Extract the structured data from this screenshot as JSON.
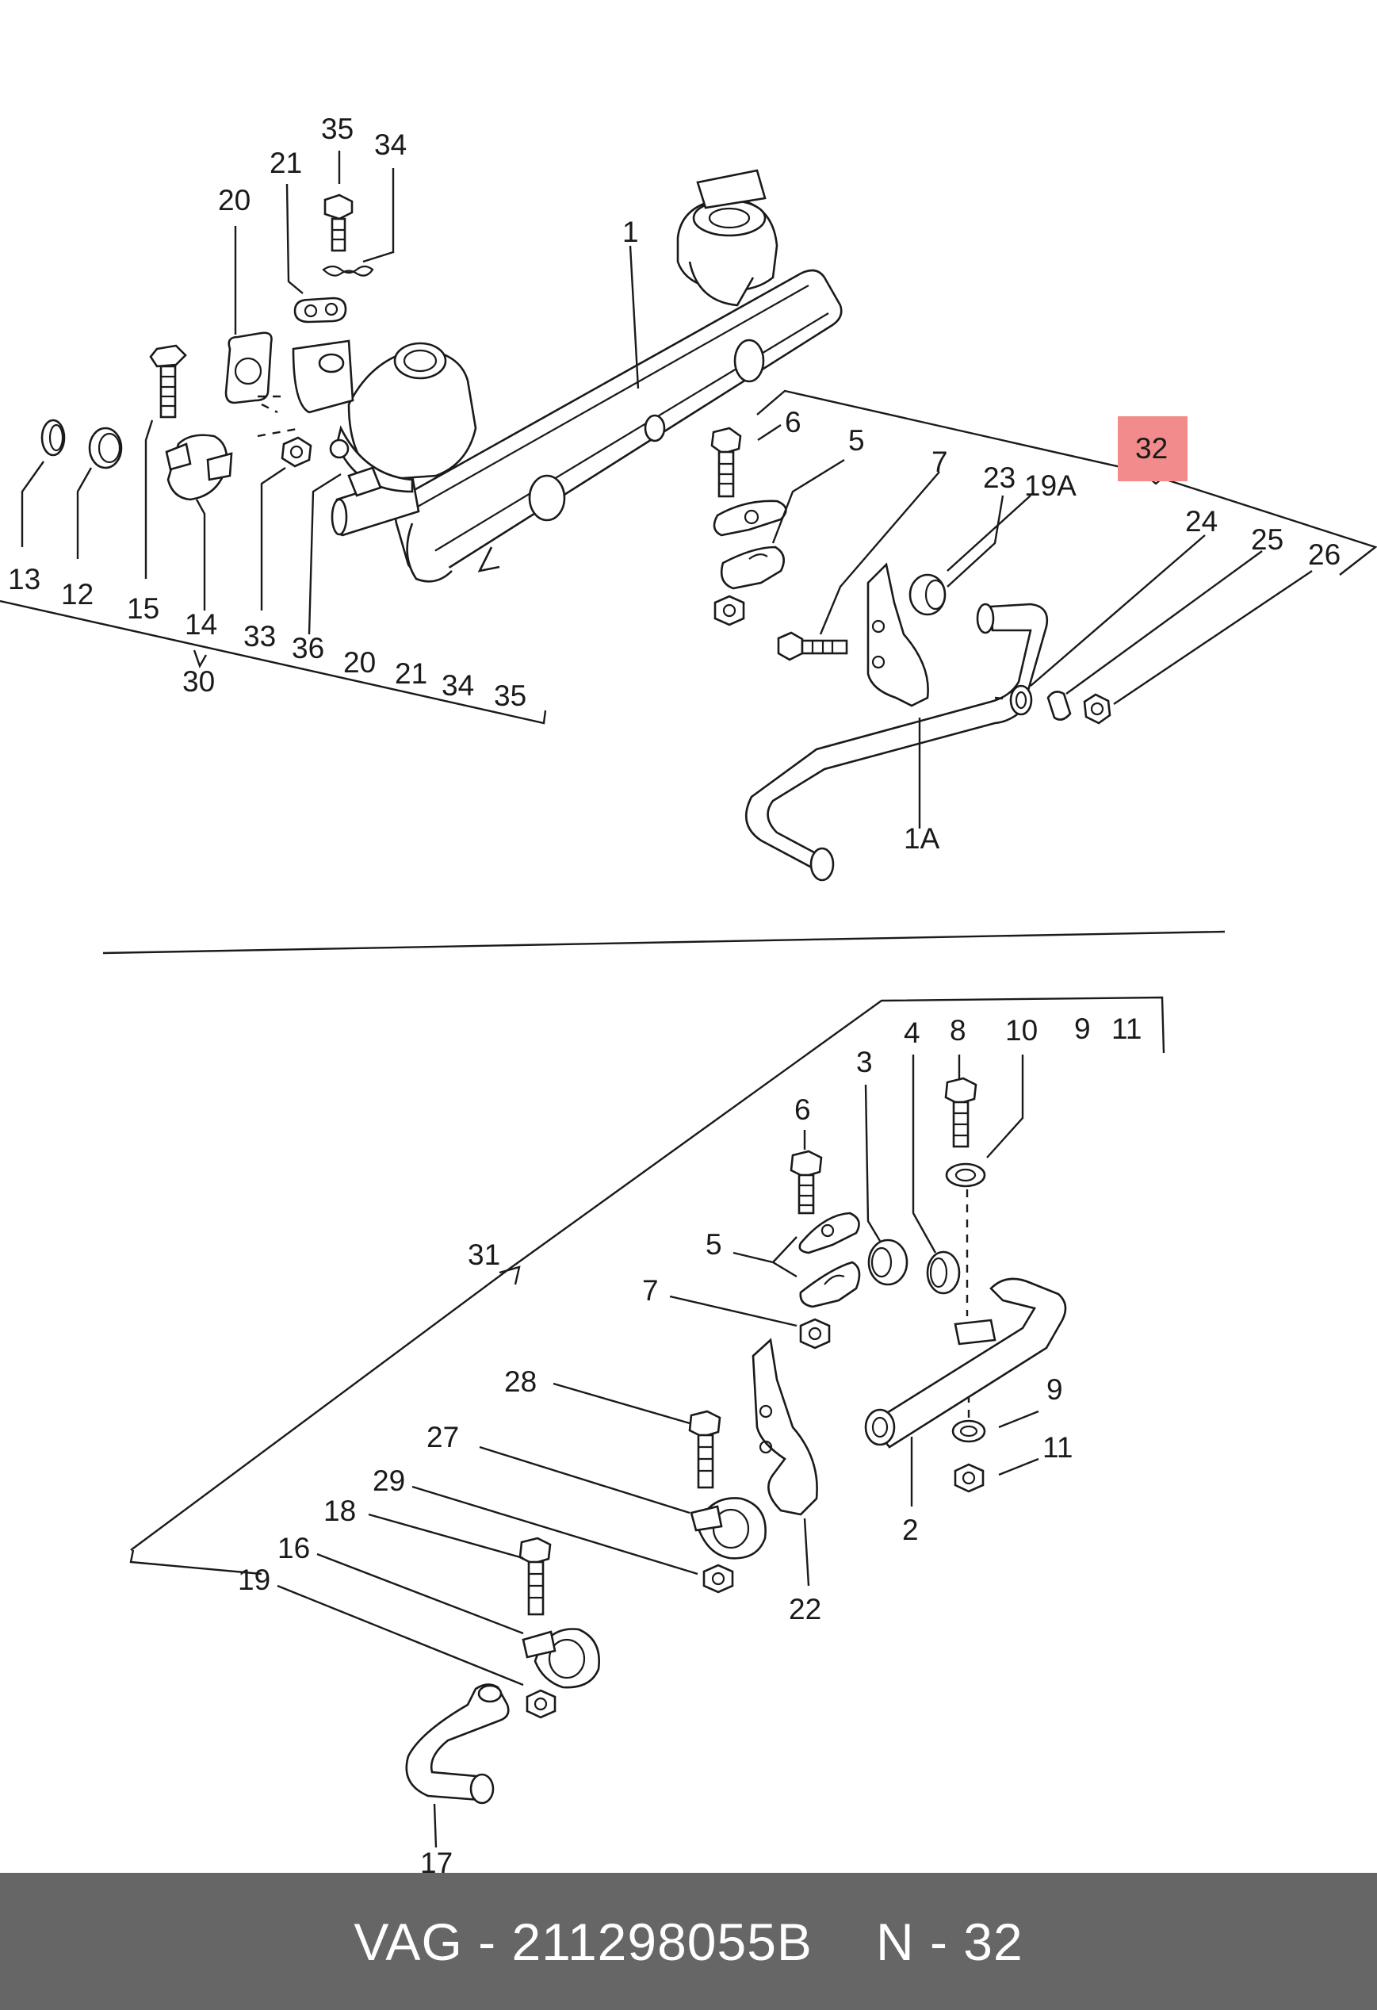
{
  "diagram": {
    "callouts_top": [
      "35",
      "34",
      "21",
      "20",
      "1",
      "6",
      "5",
      "7",
      "23",
      "19A",
      "24",
      "25",
      "26",
      "13",
      "12",
      "15",
      "14",
      "33",
      "36",
      "20",
      "21",
      "34",
      "35",
      "30",
      "1A"
    ],
    "highlight": "32",
    "callouts_bottom": [
      "4",
      "8",
      "10",
      "9",
      "11",
      "3",
      "6",
      "5",
      "31",
      "7",
      "28",
      "9",
      "11",
      "27",
      "29",
      "18",
      "16",
      "19",
      "2",
      "22",
      "17"
    ],
    "colors": {
      "highlight_fill": "#f28b8b",
      "line": "#1a1a1a",
      "footer_bg": "#666666"
    }
  },
  "footer": {
    "part": "VAG - 211298055B",
    "ref": "N - 32"
  }
}
